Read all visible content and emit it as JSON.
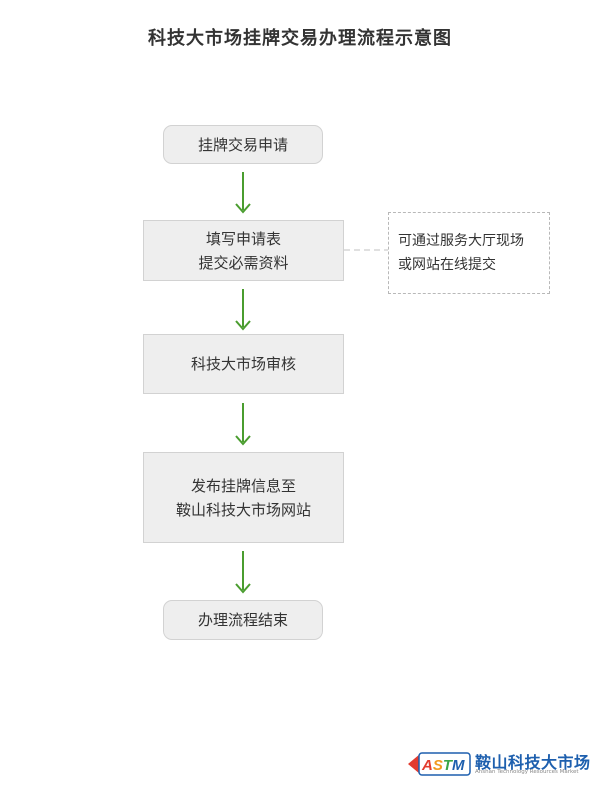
{
  "title": "科技大市场挂牌交易办理流程示意图",
  "nodes": [
    {
      "lines": [
        "挂牌交易申请"
      ]
    },
    {
      "lines": [
        "填写申请表",
        "提交必需资料"
      ]
    },
    {
      "lines": [
        "科技大市场审核"
      ]
    },
    {
      "lines": [
        "发布挂牌信息至",
        "鞍山科技大市场网站"
      ]
    },
    {
      "lines": [
        "办理流程结束"
      ]
    }
  ],
  "note": {
    "lines": [
      "可通过服务大厅现场",
      "或网站在线提交"
    ]
  },
  "colors": {
    "arrow": "#4a9d2f",
    "node_fill": "#eeeeee",
    "node_border": "#d2d2d2",
    "logo_blue": "#1d5fae"
  },
  "logo": {
    "mark_text": "ASTM",
    "name": "鞍山科技大市场",
    "subtitle": "Anshan Technology Resources Market"
  }
}
